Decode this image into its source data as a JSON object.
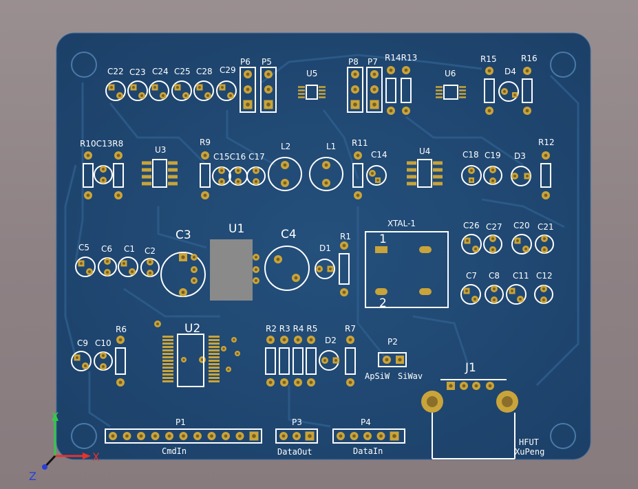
{
  "colors": {
    "board": "#1f4670",
    "trace": "#2c5a88",
    "pad": "#c9a43a",
    "silk": "#ffffff",
    "axis_x": "#e8322e",
    "axis_y": "#37c84a",
    "axis_z": "#2b3fd6",
    "chip": "#8a8a8a"
  },
  "labels": {
    "C22": "C22",
    "C23": "C23",
    "C24": "C24",
    "C25": "C25",
    "C28": "C28",
    "C29": "C29",
    "P6": "P6",
    "P5": "P5",
    "U5": "U5",
    "P8": "P8",
    "P7": "P7",
    "R14R13": "R14R13",
    "U6": "U6",
    "R15": "R15",
    "D4": "D4",
    "R16": "R16",
    "R10C13R8": "R10C13R8",
    "U3": "U3",
    "R9": "R9",
    "C15C16C17": "C15C16 C17",
    "L2": "L2",
    "L1": "L1",
    "R11": "R11",
    "C14": "C14",
    "U4": "U4",
    "C18": "C18",
    "C19": "C19",
    "D3": "D3",
    "R12": "R12",
    "C3": "C3",
    "U1": "U1",
    "C4": "C4",
    "R1": "R1",
    "XTAL": "XTAL-1",
    "C5": "C5",
    "C6": "C6",
    "C1": "C1",
    "C2": "C2",
    "D1": "D1",
    "C26": "C26",
    "C27": "C27",
    "C20": "C20",
    "C21": "C21",
    "C7": "C7",
    "C8": "C8",
    "C11": "C11",
    "C12": "C12",
    "xtal_pin1": "1",
    "xtal_pin2": "2",
    "C9": "C9",
    "C10": "C10",
    "R6": "R6",
    "U2": "U2",
    "R2R3R4R5": "R2 R3 R4 R5",
    "D2": "D2",
    "R7": "R7",
    "P2": "P2",
    "ApSiW": "ApSiW",
    "SiWav": "SiWav",
    "J1": "J1",
    "P1": "P1",
    "CmdIn": "CmdIn",
    "P3": "P3",
    "DataOut": "DataOut",
    "P4": "P4",
    "DataIn": "DataIn",
    "HFUT": "HFUT",
    "XuPeng": "XuPeng",
    "axis_x": "X",
    "axis_y": "Y",
    "axis_z": "Z"
  }
}
